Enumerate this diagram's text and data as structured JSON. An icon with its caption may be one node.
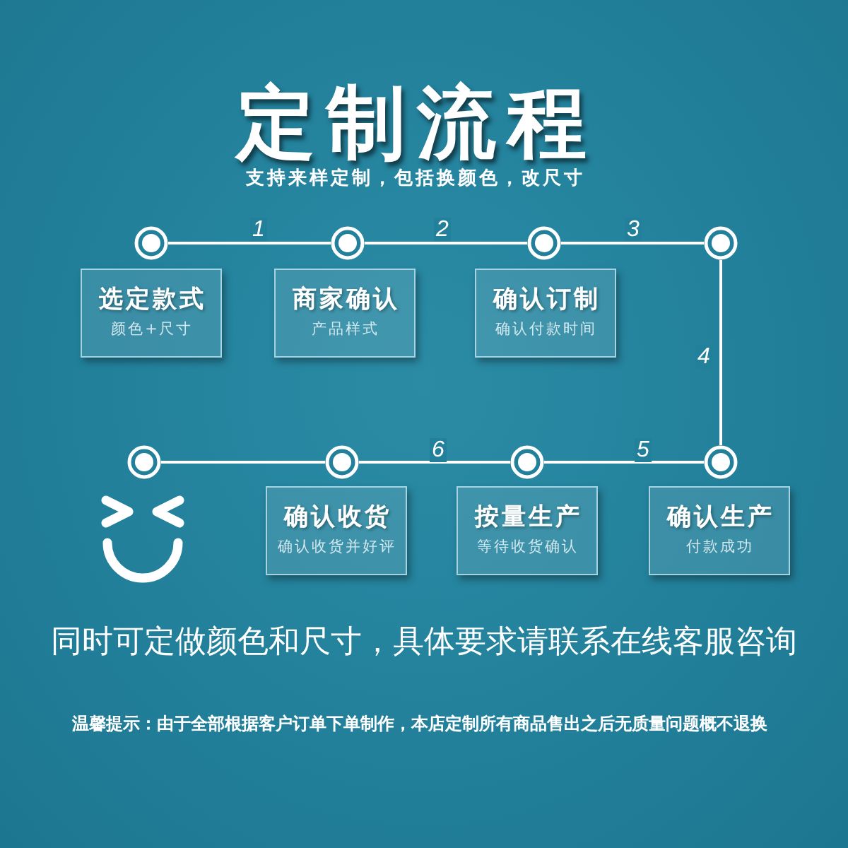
{
  "diagram": {
    "title": "定制流程",
    "nodes": [
      {
        "text": [],
        "shape": "circle"
      },
      {
        "text": [],
        "shape": "circle"
      },
      {
        "text": [],
        "shape": "circle"
      },
      {
        "text": [],
        "shape": "circle"
      },
      {
        "text": [
          "选定款式",
          "颜色+尺寸"
        ]
      },
      {
        "text": [
          "商家确认",
          "产品样式"
        ]
      },
      {
        "text": [
          "确认订制",
          "确认付款时间"
        ]
      },
      {
        "text": [],
        "shape": "circle"
      },
      {
        "text": [],
        "shape": "circle"
      },
      {
        "text": [],
        "shape": "circle"
      },
      {
        "text": [],
        "shape": "circle"
      },
      {
        "text": [
          "确认收货",
          "确认收货并好评"
        ]
      },
      {
        "text": [
          "按量生产",
          "等待收货确认"
        ]
      },
      {
        "text": [
          "确认生产",
          "付款成功"
        ]
      }
    ],
    "edges": [
      {
        "from": 0,
        "to": 1,
        "arrow": "none",
        "label": "1"
      },
      {
        "from": 1,
        "to": 2,
        "arrow": "none",
        "label": "2"
      },
      {
        "from": 2,
        "to": 3,
        "arrow": "none",
        "label": "3"
      },
      {
        "from": 3,
        "to": 10,
        "arrow": "none",
        "label": "4"
      },
      {
        "from": 10,
        "to": 9,
        "arrow": "none",
        "label": "5"
      },
      {
        "from": 9,
        "to": 8,
        "arrow": "none",
        "label": "6"
      },
      {
        "from": 8,
        "to": 7,
        "arrow": "none"
      }
    ],
    "labels": [
      "支持来样定制，包括换颜色，改尺寸",
      "同时可定做颜色和尺寸，具体要求请联系在线客服咨询",
      "温馨提示：由于全部根据客户订单下单制作，本店定制所有商品售出之后无质量问题概不退换"
    ]
  }
}
